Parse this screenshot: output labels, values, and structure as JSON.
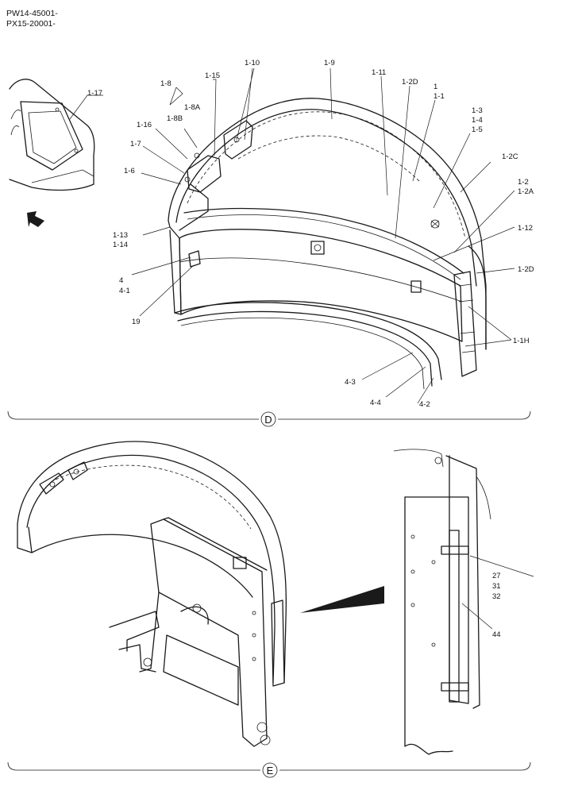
{
  "header": {
    "line1": "PW14-45001-",
    "line2": "PX15-20001-"
  },
  "sections": {
    "d": "D",
    "e": "E"
  },
  "labels": {
    "l1_17": "1-17",
    "l1_8": "1-8",
    "l1_15": "1-15",
    "l1_10": "1-10",
    "l1_9": "1-9",
    "l1_11": "1-11",
    "l1_2d_top": "1-2D",
    "l1": "1",
    "l1_1": "1-1",
    "l1_8a": "1-8A",
    "l1_3": "1-3",
    "l1_4": "1-4",
    "l1_5": "1-5",
    "l1_16": "1-16",
    "l1_8b": "1-8B",
    "l1_7": "1-7",
    "l1_2c": "1-2C",
    "l1_6": "1-6",
    "l1_2": "1-2",
    "l1_2a": "1-2A",
    "l1_12": "1-12",
    "l1_13": "1-13",
    "l1_14": "1-14",
    "l1_2d_right": "1-2D",
    "l4": "4",
    "l4_1": "4-1",
    "l19": "19",
    "l1_1h": "1-1H",
    "l4_3": "4-3",
    "l4_4": "4-4",
    "l4_2": "4-2",
    "l27": "27",
    "l31": "31",
    "l32": "32",
    "l44": "44"
  }
}
